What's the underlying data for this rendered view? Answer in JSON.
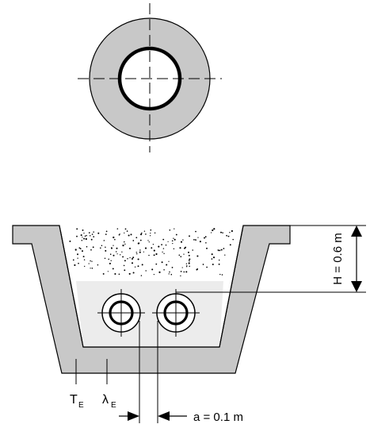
{
  "labels": {
    "depth": "H = 0.6 m",
    "spacing": "a = 0.1 m",
    "temp_symbol": "T",
    "temp_subscript": "E",
    "lambda_symbol": "λ",
    "lambda_subscript": "E"
  },
  "colors": {
    "insulation": "#c8c8c8",
    "trench_wall": "#c8c8c8",
    "bedding": "#ececec",
    "soil_fill": "#ffffff",
    "stroke": "#000000"
  }
}
